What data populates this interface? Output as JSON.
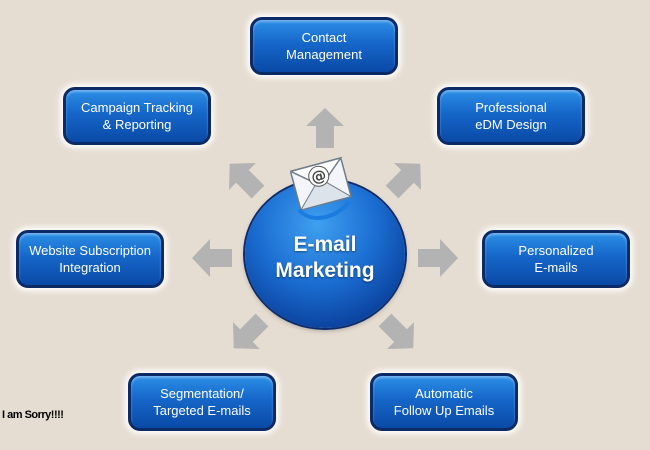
{
  "center": {
    "line1": "E-mail",
    "line2": "Marketing"
  },
  "nodes": {
    "contact": {
      "line1": "Contact",
      "line2": "Management"
    },
    "edm": {
      "line1": "Professional",
      "line2": "eDM Design"
    },
    "personal": {
      "line1": "Personalized",
      "line2": "E-mails"
    },
    "auto": {
      "line1": "Automatic",
      "line2": "Follow Up Emails"
    },
    "segment": {
      "line1": "Segmentation/",
      "line2": "Targeted E-mails"
    },
    "website": {
      "line1": "Website Subscription",
      "line2": "Integration"
    },
    "campaign": {
      "line1": "Campaign Tracking",
      "line2": "& Reporting"
    }
  },
  "watermark": "I am Sorry!!!!",
  "icons": {
    "hub": "email-envelope-at-icon",
    "arrows": "arrow-icon"
  },
  "colors": {
    "background": "#e6ddd2",
    "node_fill": "#1566c9",
    "node_border": "#0c2b66",
    "arrow": "#b3b3b3",
    "text": "#ffffff"
  }
}
